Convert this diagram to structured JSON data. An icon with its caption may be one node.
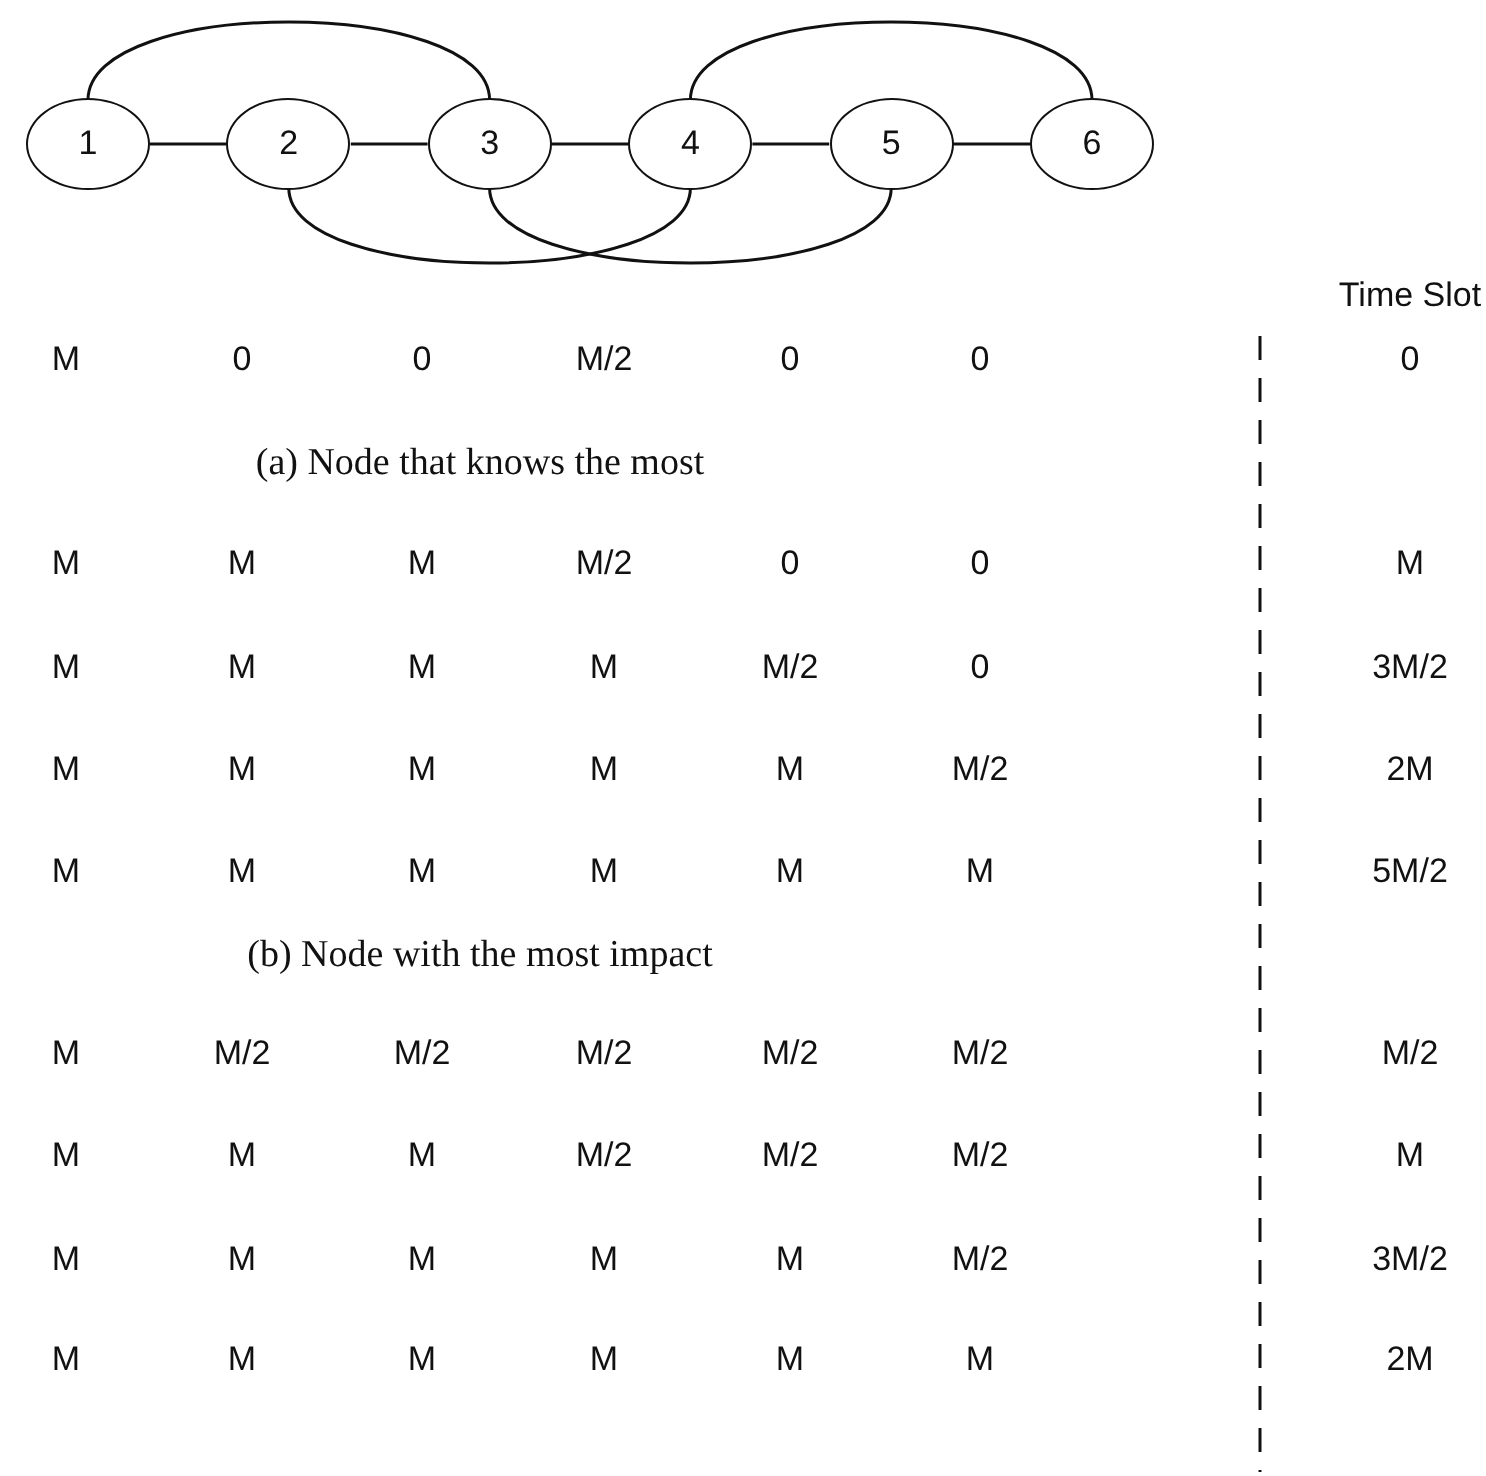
{
  "diagram": {
    "nodes": [
      {
        "text": [
          "1"
        ]
      },
      {
        "text": [
          "2"
        ]
      },
      {
        "text": [
          "3"
        ]
      },
      {
        "text": [
          "4"
        ]
      },
      {
        "text": [
          "5"
        ]
      },
      {
        "text": [
          "6"
        ]
      }
    ],
    "edges": [
      {
        "from": 0,
        "to": 1,
        "arrow": "none"
      },
      {
        "from": 1,
        "to": 2,
        "arrow": "none"
      },
      {
        "from": 2,
        "to": 3,
        "arrow": "none"
      },
      {
        "from": 3,
        "to": 4,
        "arrow": "none"
      },
      {
        "from": 4,
        "to": 5,
        "arrow": "none"
      },
      {
        "from": 0,
        "to": 2,
        "arrow": "none"
      },
      {
        "from": 3,
        "to": 5,
        "arrow": "none"
      },
      {
        "from": 1,
        "to": 3,
        "arrow": "none"
      },
      {
        "from": 2,
        "to": 4,
        "arrow": "none"
      }
    ],
    "labels": [
      "Time Slot",
      "M",
      "0",
      "0",
      "M/2",
      "0",
      "0",
      "0",
      "(a) Node that knows the most",
      "M",
      "M",
      "M",
      "M/2",
      "0",
      "0",
      "M",
      "M",
      "M",
      "M",
      "M",
      "M/2",
      "0",
      "3M/2",
      "M",
      "M",
      "M",
      "M",
      "M",
      "M/2",
      "2M",
      "M",
      "M",
      "M",
      "M",
      "M",
      "M",
      "5M/2",
      "(b) Node with the most impact",
      "M",
      "M/2",
      "M/2",
      "M/2",
      "M/2",
      "M/2",
      "M/2",
      "M",
      "M",
      "M",
      "M/2",
      "M/2",
      "M/2",
      "M",
      "M",
      "M",
      "M",
      "M",
      "M",
      "M/2",
      "3M/2",
      "M",
      "M",
      "M",
      "M",
      "M",
      "M",
      "2M"
    ]
  }
}
